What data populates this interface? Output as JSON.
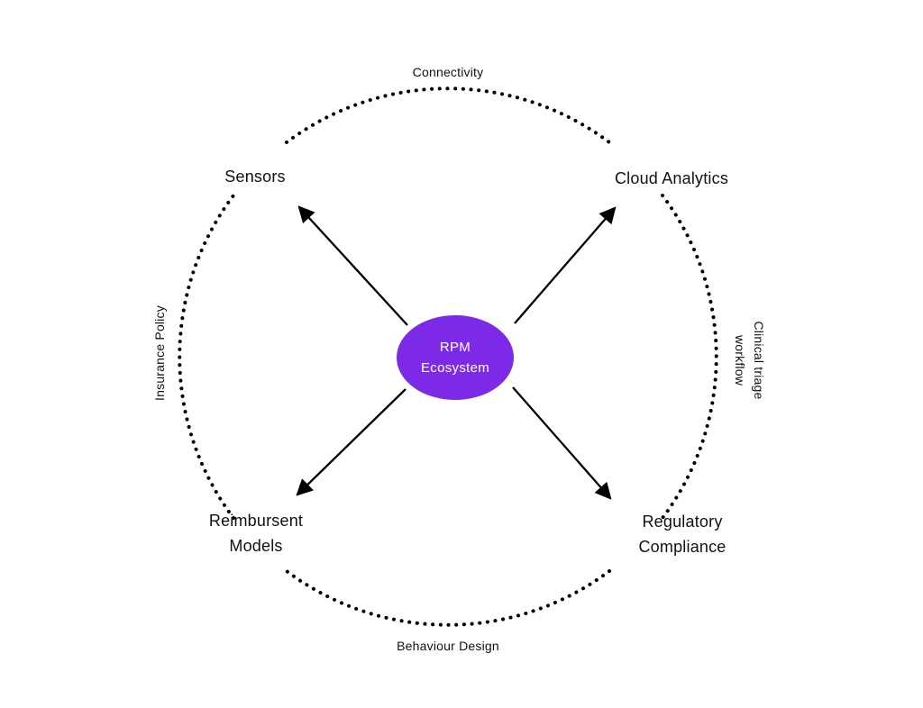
{
  "diagram": {
    "center": {
      "line1": "RPM",
      "line2": "Ecosystem"
    },
    "nodes": {
      "top_left": "Sensors",
      "top_right": "Cloud Analytics",
      "bottom_left_line1": "Reimbursent",
      "bottom_left_line2": "Models",
      "bottom_right_line1": "Regulatory",
      "bottom_right_line2": "Compliance"
    },
    "ring_labels": {
      "top": "Connectivity",
      "bottom": "Behaviour Design",
      "left": "Insurance Policy",
      "right_line1": "Clinical triage",
      "right_line2": "workflow"
    },
    "colors": {
      "center_fill": "#7D2AE8",
      "center_text": "#FFFFFF",
      "arrow": "#000000",
      "ring_dots": "#000000",
      "label_text": "#111111"
    }
  }
}
